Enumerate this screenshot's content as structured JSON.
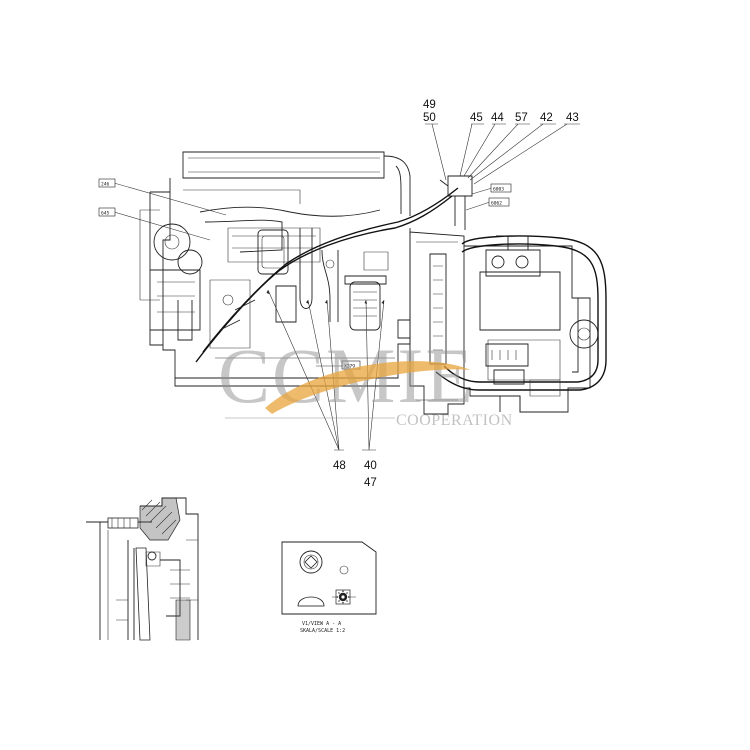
{
  "callouts": {
    "c49": "49",
    "c50": "50",
    "c45": "45",
    "c44": "44",
    "c57": "57",
    "c42": "42",
    "c43": "43",
    "c48": "48",
    "c40": "40",
    "c47": "47"
  },
  "tags": {
    "t246": "246",
    "t645": "645",
    "t6003": "6003",
    "t6062": "6062",
    "tx279": "X279"
  },
  "watermark": {
    "logo": "CCMIE",
    "subtitle": "COOPERATION",
    "accent_color": "#e8a43c"
  },
  "detail_view": {
    "title": "V1/VIEW A - A",
    "scale": "SKALA/SCALE 1:2"
  }
}
